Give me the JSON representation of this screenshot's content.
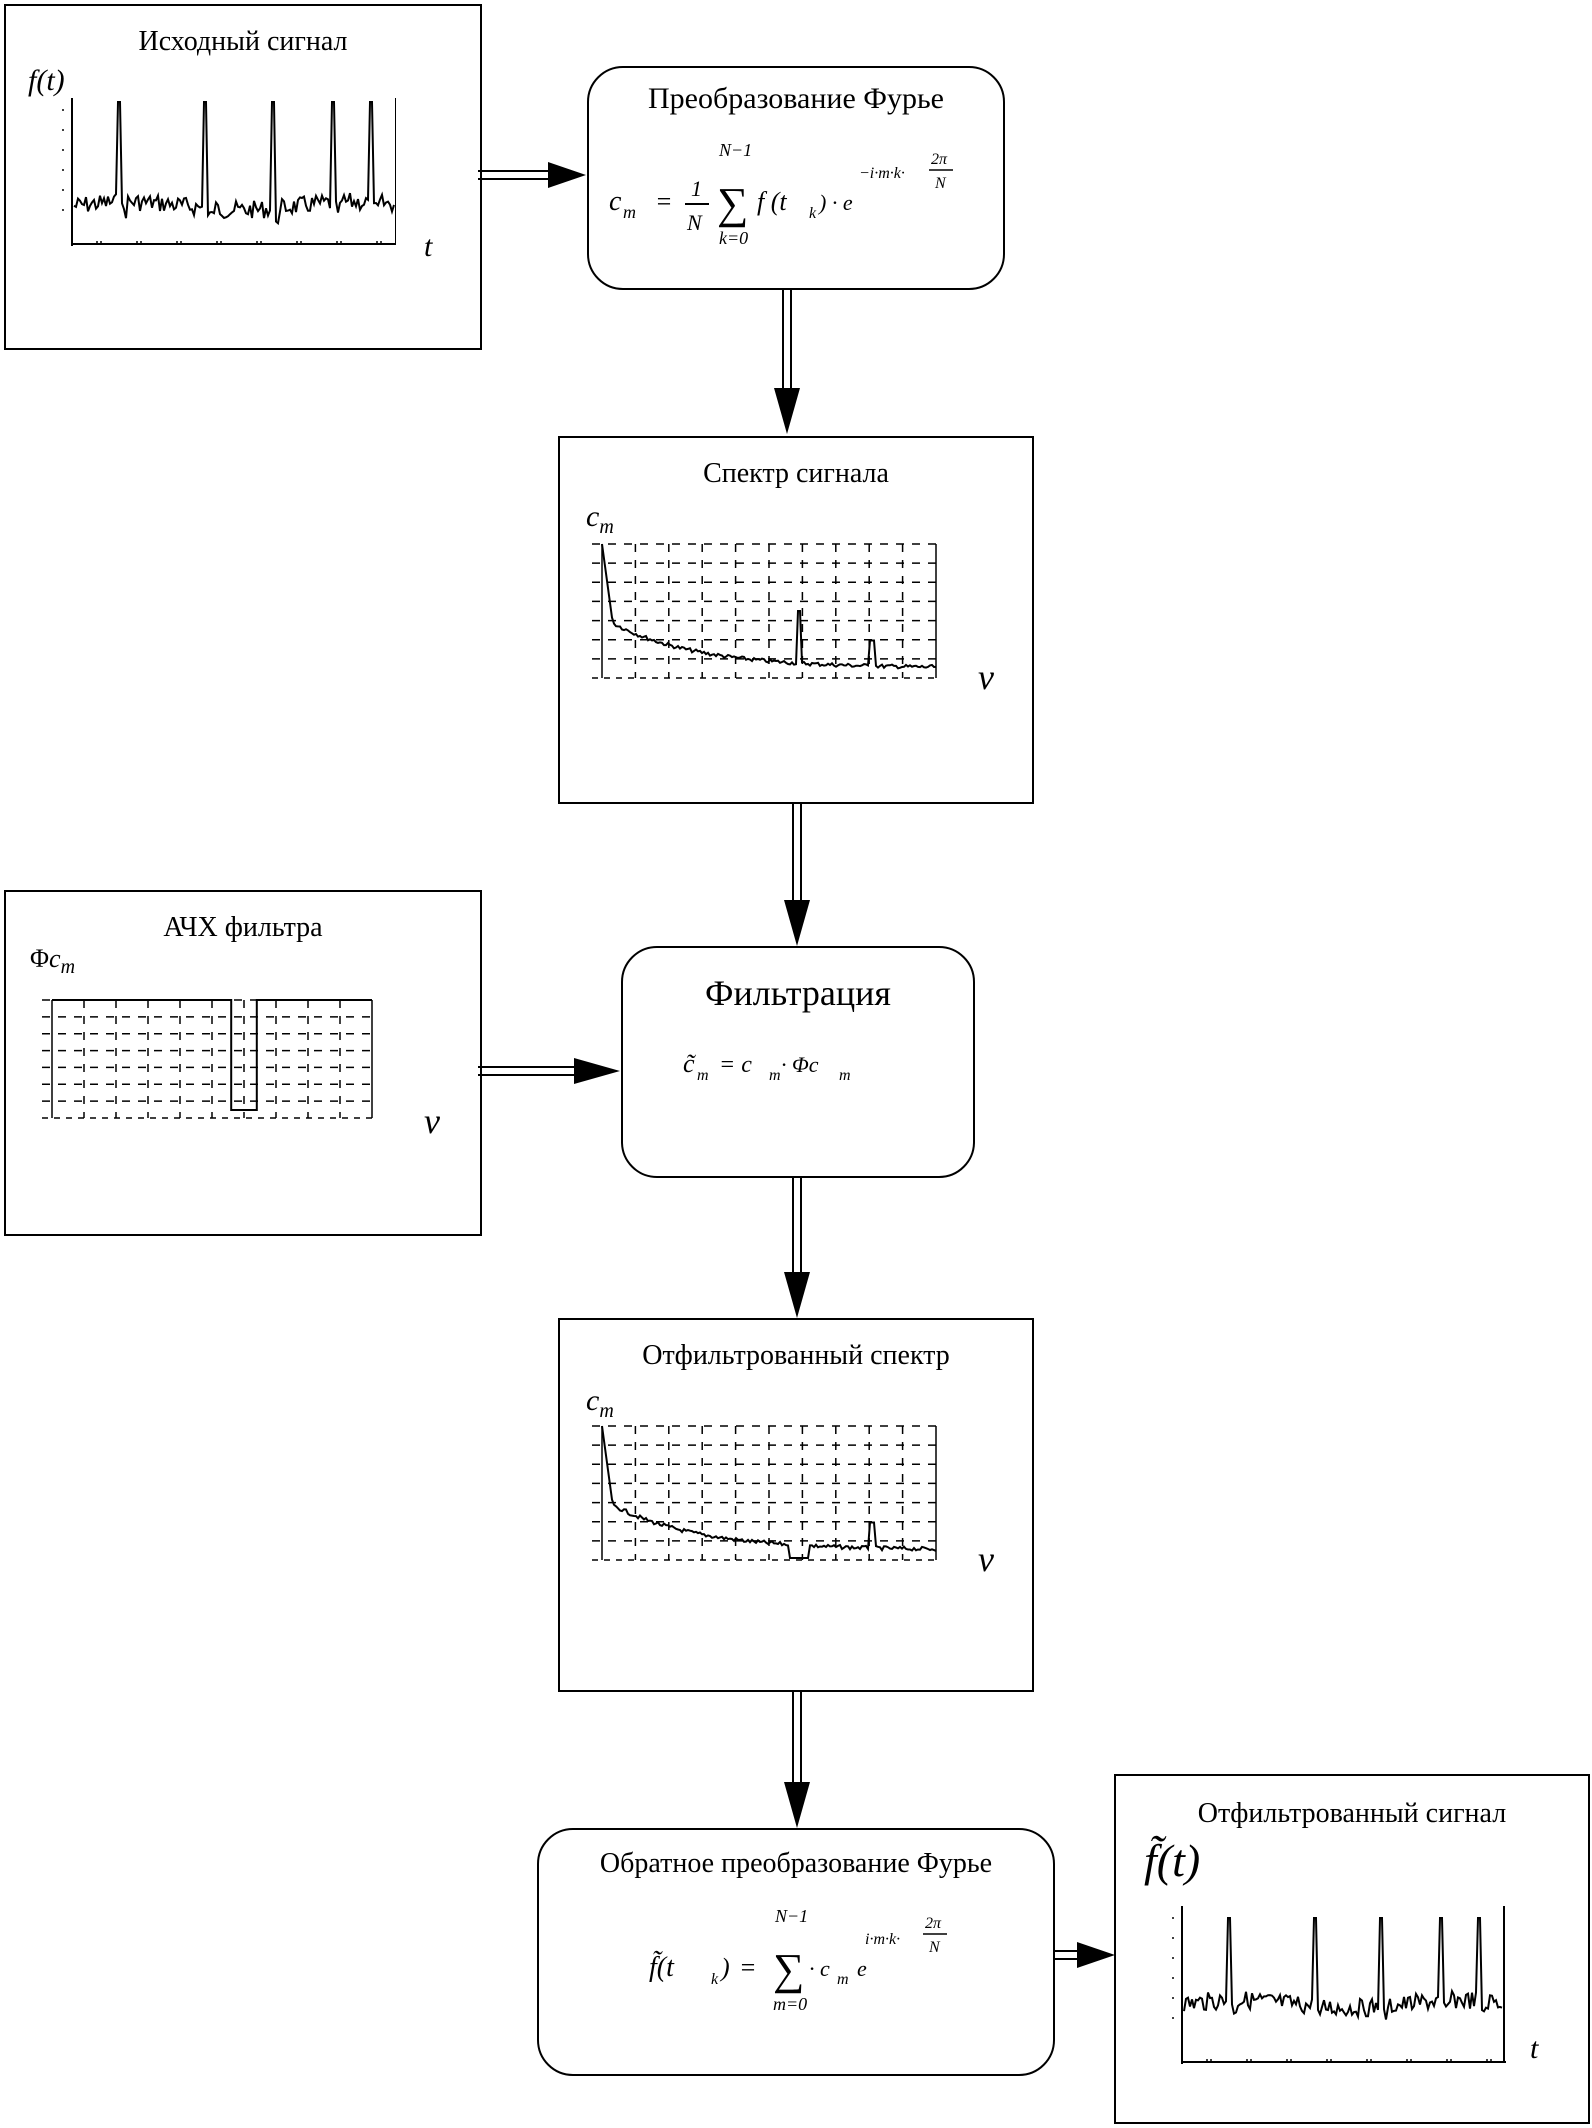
{
  "blocks": {
    "source": {
      "title": "Исходный сигнал",
      "y_label": "f(t)",
      "x_label": "t"
    },
    "fourier": {
      "title": "Преобразование Фурье"
    },
    "spectrum": {
      "title": "Спектр сигнала",
      "y_label": "c",
      "y_sub": "m",
      "x_label": "ν"
    },
    "filter_response": {
      "title": "АЧХ фильтра",
      "y_label": "Φ",
      "y_main": "c",
      "y_sub": "m",
      "x_label": "ν"
    },
    "filtration": {
      "title": "Фильтрация"
    },
    "filtered_spectrum": {
      "title": "Отфильтрованный спектр",
      "y_label": "c",
      "y_sub": "m",
      "x_label": "ν"
    },
    "inverse_fourier": {
      "title": "Обратное преобразование Фурье"
    },
    "filtered_signal": {
      "title": "Отфильтрованный сигнал",
      "y_label": "f̃(t)",
      "x_label": "t"
    }
  },
  "formulas": {
    "fourier": {
      "lhs": "c",
      "lhs_sub": "m",
      "eq": "=",
      "frac_num": "1",
      "frac_den": "N",
      "sum_top": "N−1",
      "sum_bottom": "k=0",
      "body": "f (t",
      "body_sub": "k",
      "body_end": ") · e",
      "exp": "−i·m·k·",
      "exp_num": "2π",
      "exp_den": "N"
    },
    "filtration": {
      "lhs": "c̃",
      "lhs_sub": "m",
      "eq": "= c",
      "rhs_sub": "m",
      "mid": " · Φc",
      "rhs2_sub": "m"
    },
    "inverse": {
      "lhs": "f̃(t",
      "lhs_sub": "k",
      "lhs_end": ")",
      "eq": "=",
      "sum_top": "N−1",
      "sum_bottom": "m=0",
      "body": "· c",
      "body_sub": "m",
      "body_end": "e",
      "exp": "i·m·k·",
      "exp_num": "2π",
      "exp_den": "N"
    }
  },
  "chart_data": [
    {
      "type": "line",
      "name": "source_signal",
      "spike_positions": [
        0.14,
        0.41,
        0.62,
        0.81,
        0.93
      ]
    },
    {
      "type": "line",
      "name": "spectrum",
      "peak_positions": [
        0.0,
        0.59,
        0.81
      ]
    },
    {
      "type": "line",
      "name": "filter_response",
      "notch_range": [
        0.56,
        0.64
      ]
    },
    {
      "type": "line",
      "name": "filtered_spectrum",
      "peak_positions": [
        0.0,
        0.81
      ]
    },
    {
      "type": "line",
      "name": "filtered_signal",
      "spike_positions": [
        0.14,
        0.41,
        0.62,
        0.81,
        0.93
      ]
    }
  ],
  "colors": {
    "stroke": "#000000",
    "background": "#ffffff"
  }
}
